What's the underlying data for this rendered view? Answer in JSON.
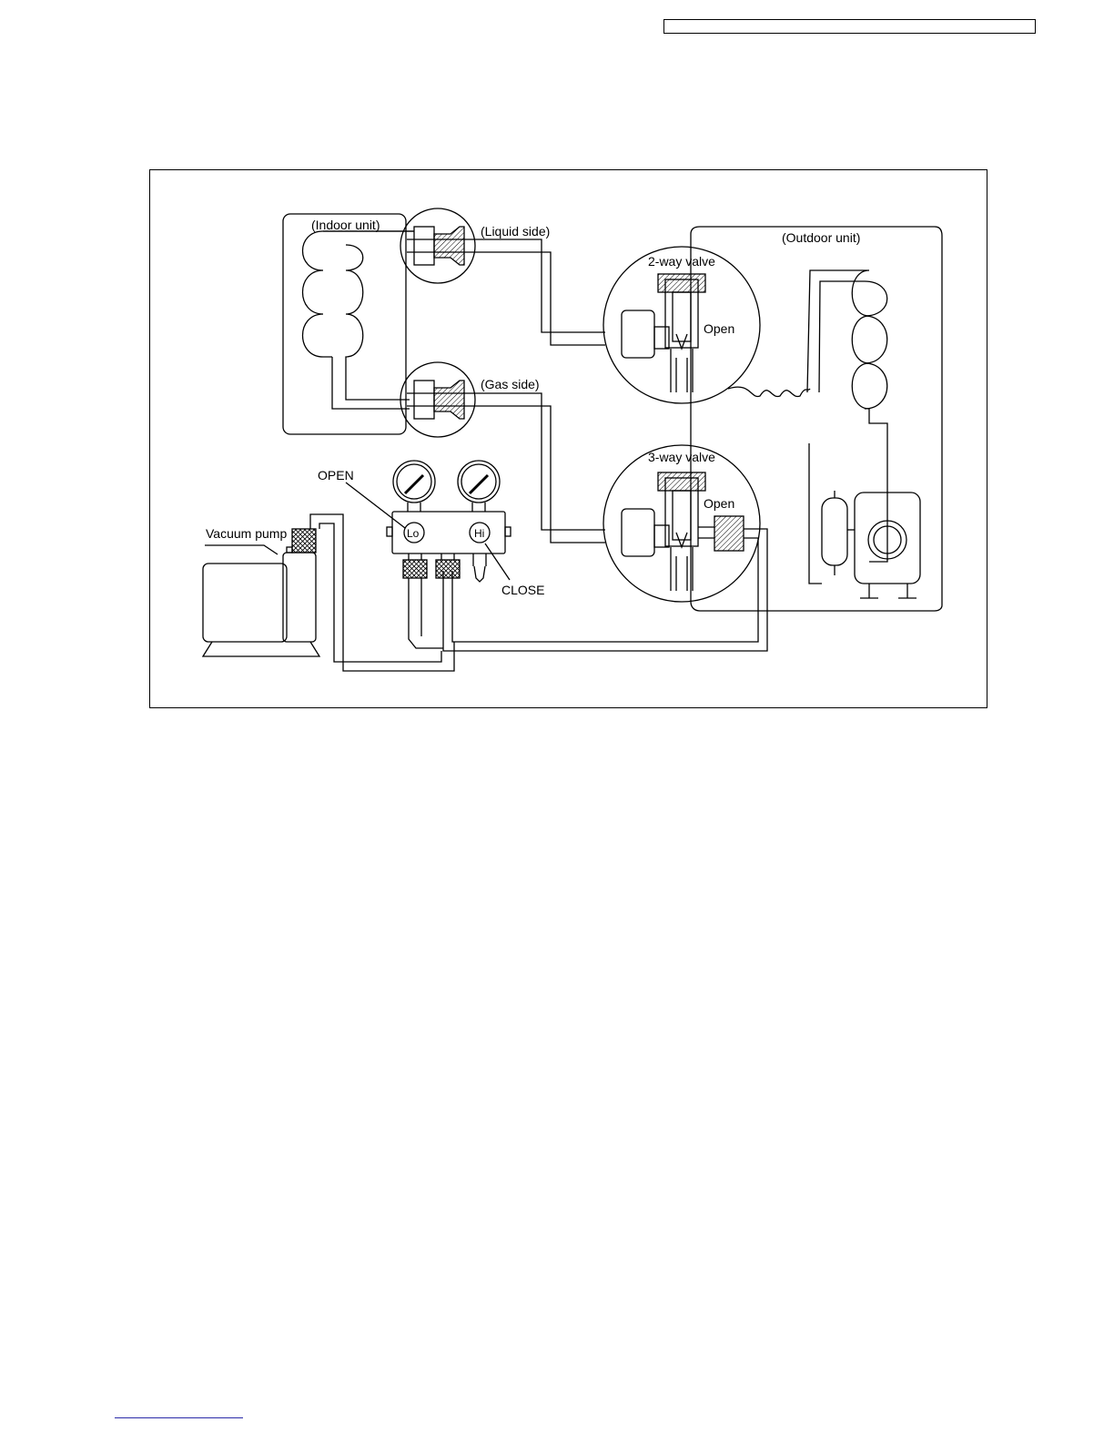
{
  "diagram": {
    "labels": {
      "indoor_unit": "(Indoor unit)",
      "liquid_side": "(Liquid side)",
      "gas_side": "(Gas side)",
      "outdoor_unit": "(Outdoor unit)",
      "two_way_valve": "2-way valve",
      "two_way_open": "Open",
      "three_way_valve": "3-way valve",
      "three_way_open": "Open",
      "open": "OPEN",
      "close": "CLOSE",
      "vacuum_pump": "Vacuum pump",
      "lo": "Lo",
      "hi": "Hi"
    }
  }
}
